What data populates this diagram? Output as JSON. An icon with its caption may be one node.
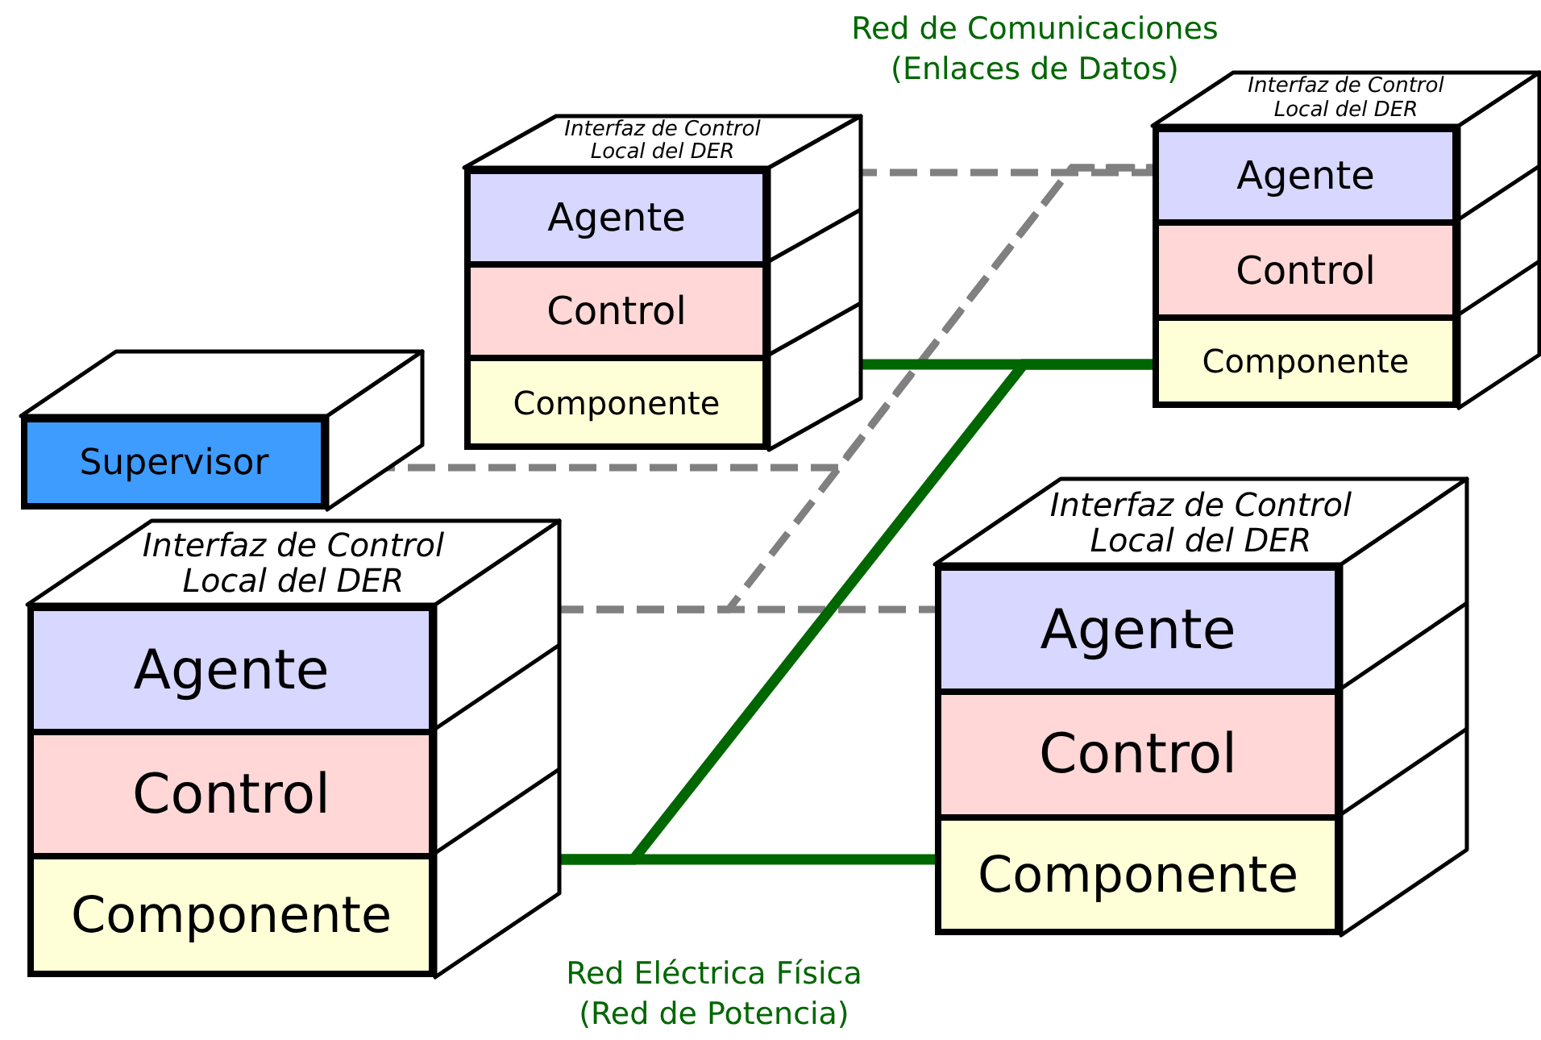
{
  "diagram": {
    "nodes": [
      {
        "text": [
          "Supervisor"
        ]
      },
      {
        "text": [
          "Interfaz de Control Local del DER"
        ]
      },
      {
        "text": [
          "Agente"
        ],
        "in": 1
      },
      {
        "text": [
          "Control"
        ],
        "in": 1
      },
      {
        "text": [
          "Componente"
        ],
        "in": 1
      },
      {
        "text": [
          "Interfaz de Control Local del DER"
        ]
      },
      {
        "text": [
          "Agente"
        ],
        "in": 5
      },
      {
        "text": [
          "Control"
        ],
        "in": 5
      },
      {
        "text": [
          "Componente"
        ],
        "in": 5
      },
      {
        "text": [
          "Interfaz de Control Local del DER"
        ]
      },
      {
        "text": [
          "Agente"
        ],
        "in": 9
      },
      {
        "text": [
          "Control"
        ],
        "in": 9
      },
      {
        "text": [
          "Componente"
        ],
        "in": 9
      },
      {
        "text": [
          "Interfaz de Control Local del DER"
        ]
      },
      {
        "text": [
          "Agente"
        ],
        "in": 13
      },
      {
        "text": [
          "Control"
        ],
        "in": 13
      },
      {
        "text": [
          "Componente"
        ],
        "in": 13
      }
    ],
    "edges": [
      {
        "from": 2,
        "to": 6,
        "arrow": "none",
        "style": "dashed",
        "color": "#808080"
      },
      {
        "from": 0,
        "to": 6,
        "arrow": "none",
        "style": "dashed",
        "color": "#808080"
      },
      {
        "from": 10,
        "to": 14,
        "arrow": "none",
        "style": "dashed",
        "color": "#808080"
      },
      {
        "from": 10,
        "to": 6,
        "arrow": "none",
        "style": "dashed",
        "color": "#808080"
      },
      {
        "from": 4,
        "to": 8,
        "arrow": "none",
        "color": "#006600"
      },
      {
        "from": 12,
        "to": 16,
        "arrow": "none",
        "color": "#006600"
      },
      {
        "from": 12,
        "to": 8,
        "arrow": "none",
        "color": "#006600"
      }
    ],
    "labels": [
      "Red de Comunicaciones (Enlaces de Datos)",
      "Red Eléctrica Física (Red de Potencia)"
    ]
  }
}
